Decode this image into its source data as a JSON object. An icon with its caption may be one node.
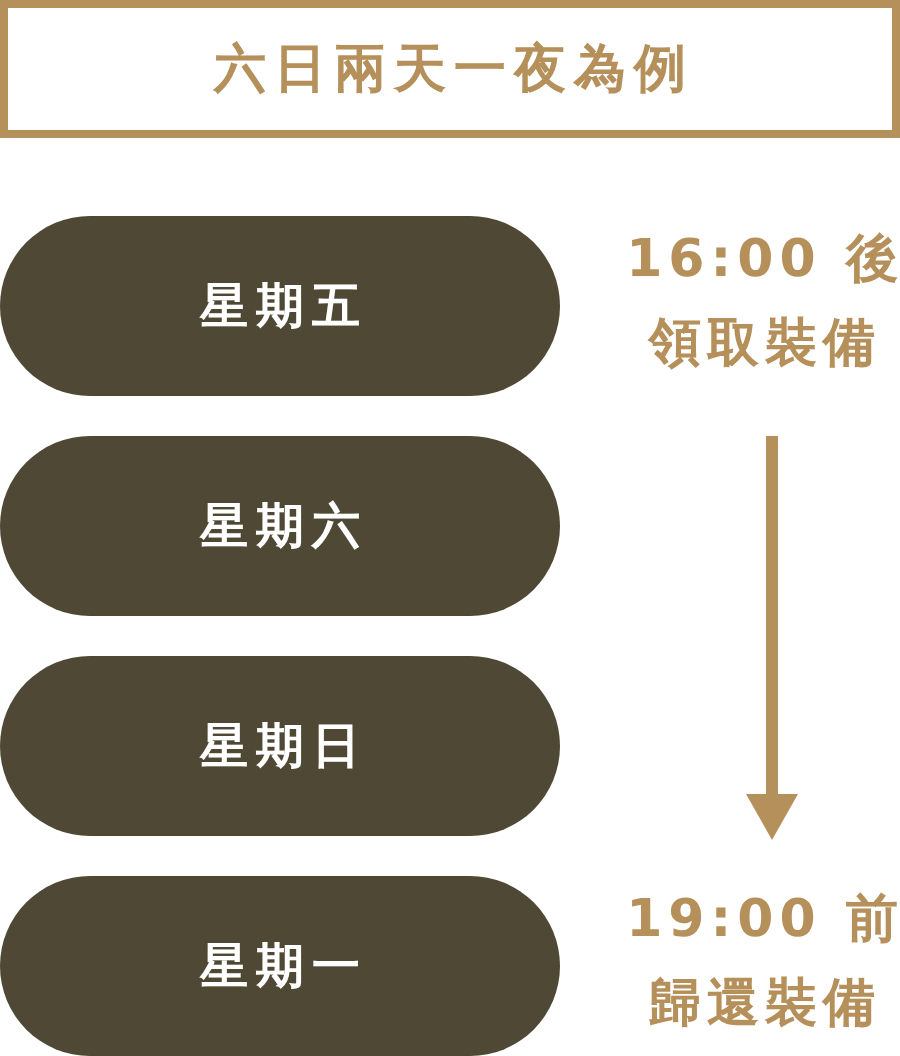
{
  "diagram": {
    "title": "六日兩天一夜為例",
    "nodes": [
      {
        "text": [
          "星期五"
        ]
      },
      {
        "text": [
          "星期六"
        ]
      },
      {
        "text": [
          "星期日"
        ]
      },
      {
        "text": [
          "星期一"
        ]
      },
      {
        "text": [
          "16:00 後",
          "領取裝備"
        ]
      },
      {
        "text": [
          "19:00 前",
          "歸還裝備"
        ]
      }
    ],
    "edges": [
      {
        "from": 4,
        "to": 5,
        "arrow": "to"
      }
    ]
  }
}
